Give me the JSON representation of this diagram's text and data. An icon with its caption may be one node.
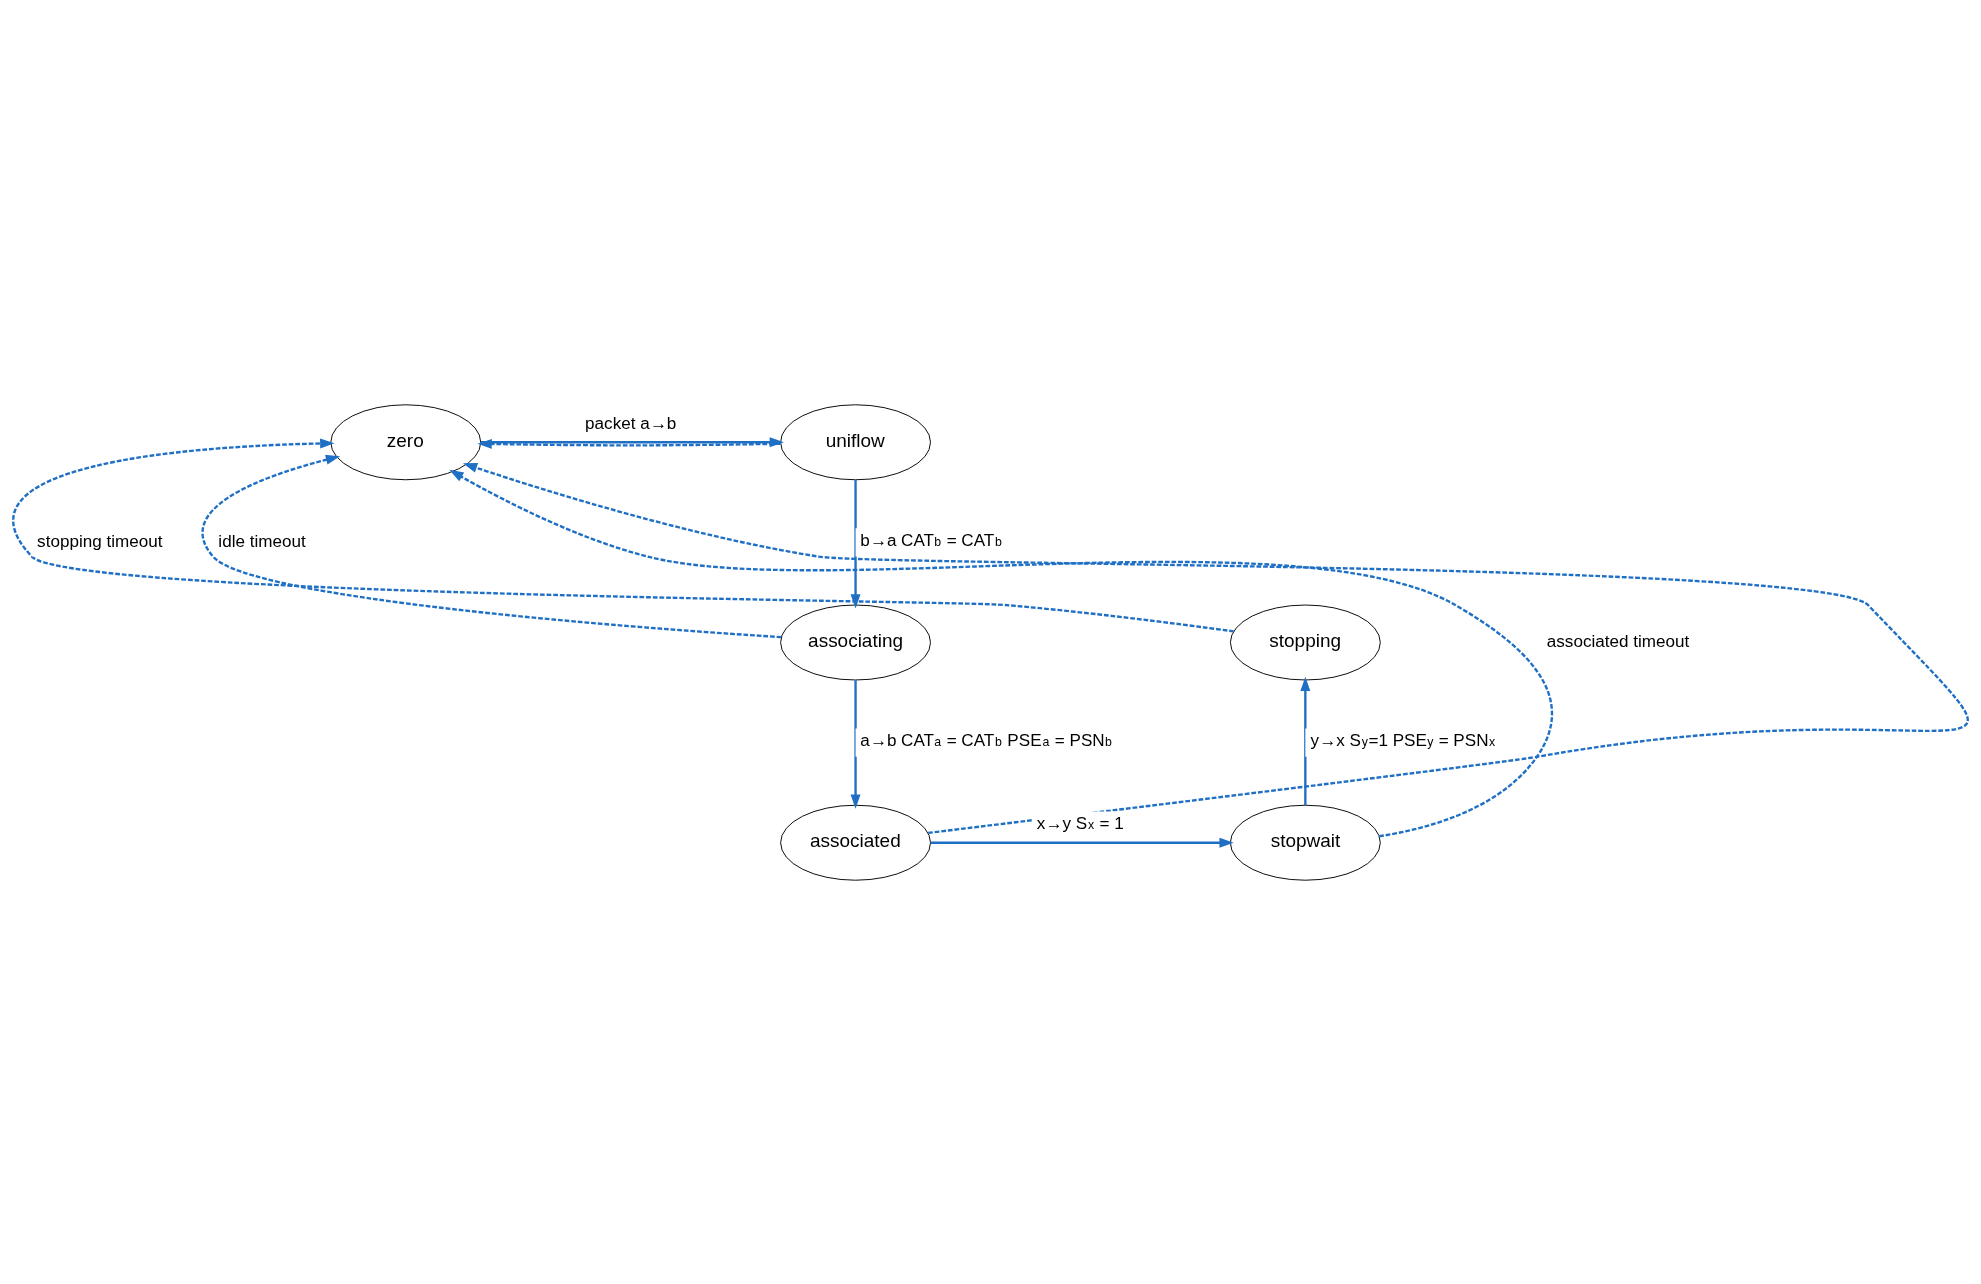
{
  "diagram": {
    "nodes": [
      {
        "text": [
          "zero"
        ]
      },
      {
        "text": [
          "uniflow"
        ]
      },
      {
        "text": [
          "associating"
        ]
      },
      {
        "text": [
          "associated"
        ]
      },
      {
        "text": [
          "stopwait"
        ]
      },
      {
        "text": [
          "stopping"
        ]
      }
    ],
    "edges": [
      {
        "from": 0,
        "to": 1,
        "arrow": "to",
        "label": "packet a→b"
      },
      {
        "from": 1,
        "to": 0,
        "arrow": "to",
        "style": "dashed"
      },
      {
        "from": 1,
        "to": 2,
        "arrow": "to",
        "label": "b→a CAT$_{b}$ = CAT$_{b}$"
      },
      {
        "from": 2,
        "to": 0,
        "arrow": "to",
        "style": "dashed",
        "label": "idle timeout"
      },
      {
        "from": 2,
        "to": 3,
        "arrow": "to",
        "label": "a→b CAT$_{a}$ = CAT$_{b}$ PSE$_{a}$ = PSN$_{b}$"
      },
      {
        "from": 3,
        "to": 4,
        "arrow": "to",
        "label": "x→y S$_{x}$ = 1"
      },
      {
        "from": 3,
        "to": 0,
        "arrow": "to",
        "style": "dashed"
      },
      {
        "from": 4,
        "to": 0,
        "arrow": "to",
        "style": "dashed",
        "label": "associated timeout"
      },
      {
        "from": 4,
        "to": 5,
        "arrow": "to",
        "label": "y→x S$_{y}$=1 PSE$_{y}$ = PSN$_{x}$"
      },
      {
        "from": 5,
        "to": 0,
        "arrow": "to",
        "style": "dashed",
        "label": "stopping timeout"
      }
    ]
  }
}
